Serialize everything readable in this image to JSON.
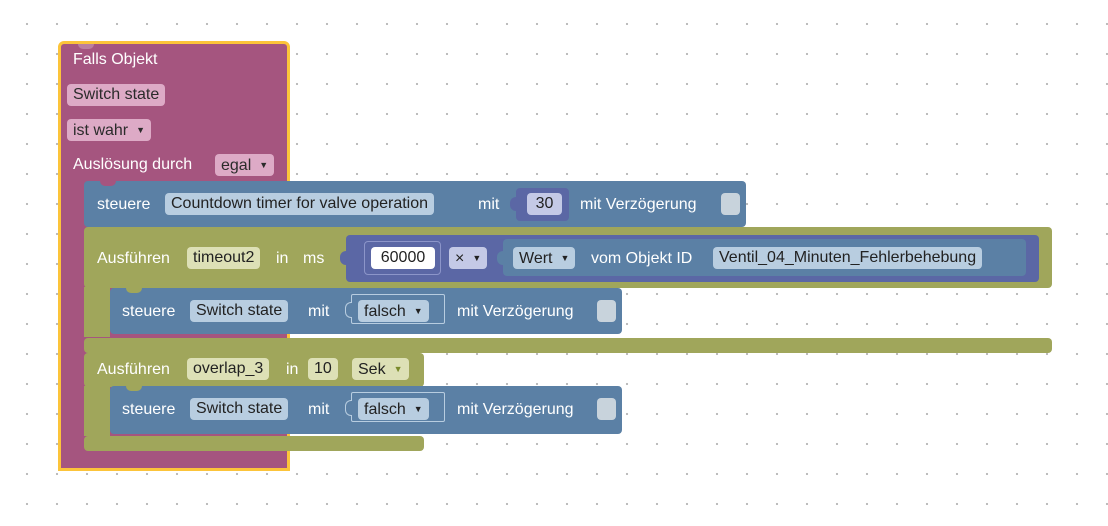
{
  "trigger": {
    "title": "Falls Objekt",
    "object_name": "Switch state",
    "condition": "ist wahr",
    "trigger_label": "Auslösung durch",
    "trigger_value": "egal"
  },
  "control_timer": {
    "verb": "steuere",
    "object_name": "Countdown timer for valve operation",
    "with_label": "mit",
    "value": "30",
    "delay_label": "mit Verzögerung"
  },
  "timeout_block": {
    "run_label": "Ausführen",
    "name": "timeout2",
    "in_label": "in",
    "unit": "ms",
    "multiplier": "60000",
    "operator": "×",
    "value_label": "Wert",
    "from_object_label": "vom Objekt ID",
    "object_id": "Ventil_04_Minuten_Fehlerbehebung",
    "inner": {
      "verb": "steuere",
      "object_name": "Switch state",
      "with_label": "mit",
      "value": "falsch",
      "delay_label": "mit Verzögerung"
    }
  },
  "overlap_block": {
    "run_label": "Ausführen",
    "name": "overlap_3",
    "in_label": "in",
    "amount": "10",
    "unit": "Sek",
    "inner": {
      "verb": "steuere",
      "object_name": "Switch state",
      "with_label": "mit",
      "value": "falsch",
      "delay_label": "mit Verzögerung"
    }
  },
  "colors": {
    "trigger_block": "#a5557f",
    "trigger_highlight": "#fcc43a",
    "action_block": "#5b80a5",
    "timeout_block": "#a0a65b",
    "math_block": "#5b67a5"
  }
}
